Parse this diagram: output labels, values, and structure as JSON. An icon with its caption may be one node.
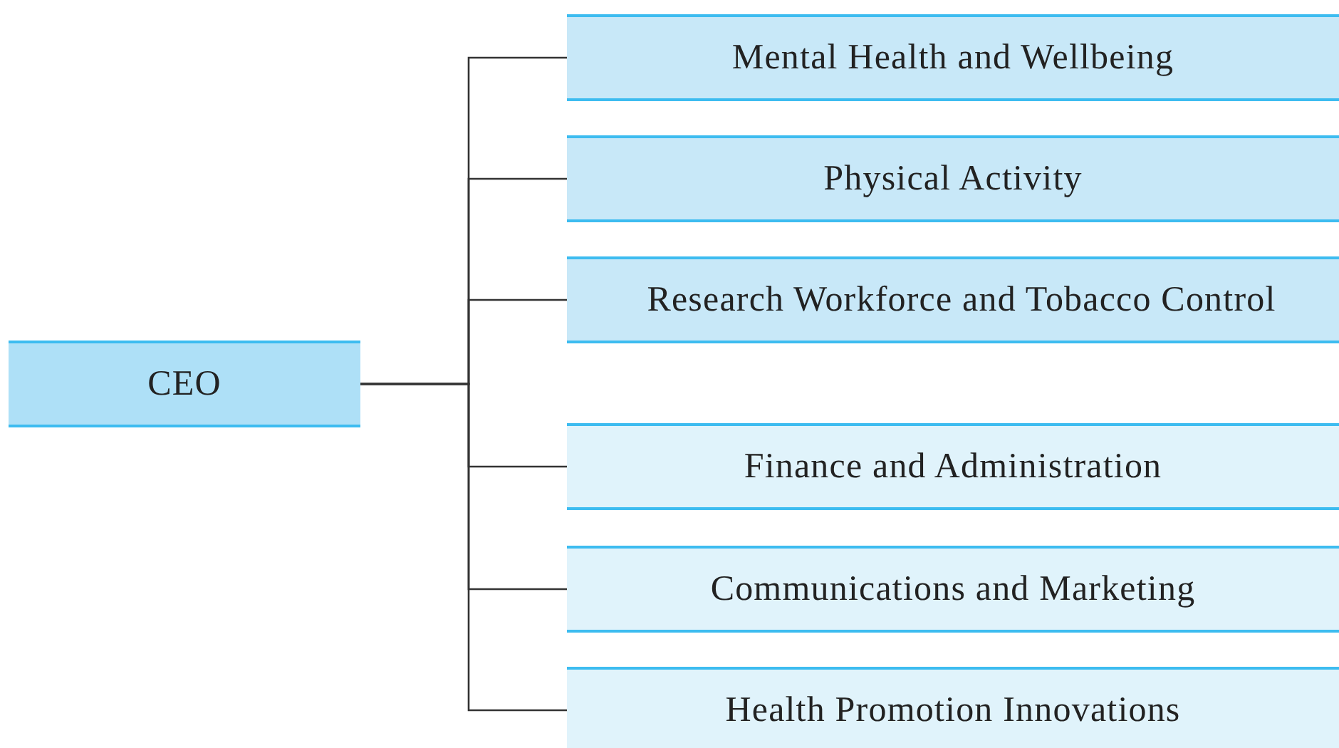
{
  "diagram": {
    "nodes": [
      {
        "text": [
          "CEO"
        ]
      },
      {
        "text": [
          "Mental Health and Wellbeing"
        ]
      },
      {
        "text": [
          "Physical Activity"
        ]
      },
      {
        "text": [
          "Research Workforce and Tobacco Control"
        ]
      },
      {
        "text": [
          "Finance and Administration"
        ]
      },
      {
        "text": [
          "Communications and Marketing"
        ]
      },
      {
        "text": [
          "Health Promotion Innovations"
        ]
      }
    ],
    "edges": [
      {
        "from": 0,
        "to": 1,
        "arrow": "none"
      },
      {
        "from": 0,
        "to": 2,
        "arrow": "none"
      },
      {
        "from": 0,
        "to": 3,
        "arrow": "none"
      },
      {
        "from": 0,
        "to": 4,
        "arrow": "none"
      },
      {
        "from": 0,
        "to": 5,
        "arrow": "none"
      },
      {
        "from": 0,
        "to": 6,
        "arrow": "none"
      }
    ]
  }
}
